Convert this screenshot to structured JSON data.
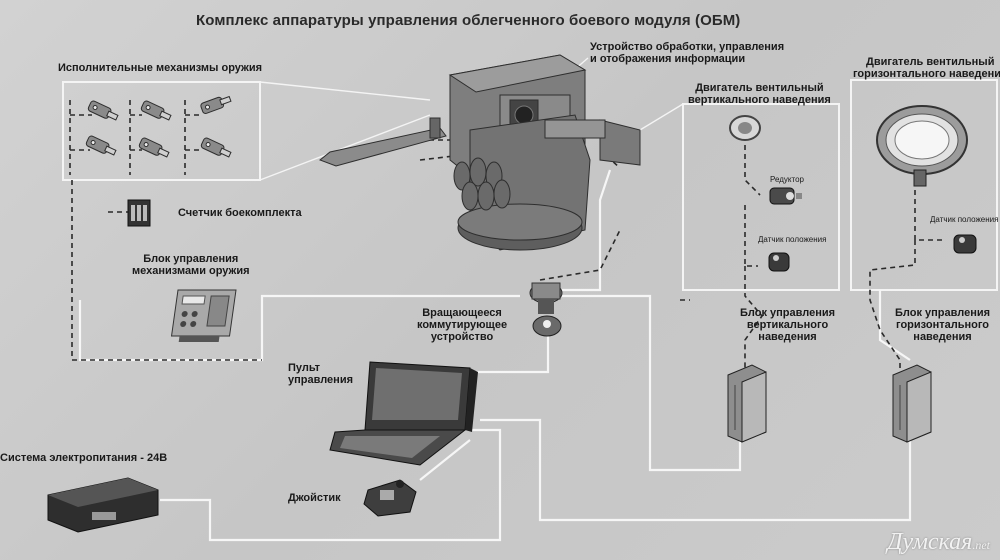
{
  "title": "Комплекс аппаратуры управления облегченного боевого модуля (ОБМ)",
  "labels": {
    "actuators": "Исполнительные механизмы оружия",
    "ammo_counter": "Счетчик боекомплекта",
    "weapon_ctrl_1": "Блок управления",
    "weapon_ctrl_2": "механизмами оружия",
    "processing_1": "Устройство обработки, управления",
    "processing_2": "и отображения информации",
    "vert_motor_1": "Двигатель вентильный",
    "vert_motor_2": "вертикального наведения",
    "horiz_motor_1": "Двигатель вентильный",
    "horiz_motor_2": "горизонтального наведения",
    "reducer": "Редуктор",
    "pos_sensor_v": "Датчик положения",
    "pos_sensor_h": "Датчик положения",
    "rotary_1": "Вращающееся",
    "rotary_2": "коммутирующее",
    "rotary_3": "устройство",
    "vert_ctrl_1": "Блок управления",
    "vert_ctrl_2": "вертикального",
    "vert_ctrl_3": "наведения",
    "horiz_ctrl_1": "Блок управления",
    "horiz_ctrl_2": "горизонтального",
    "horiz_ctrl_3": "наведения",
    "console_1": "Пульт",
    "console_2": "управления",
    "power": "Система электропитания - 24В",
    "joystick": "Джойстик"
  },
  "watermark": {
    "main": "Думская",
    "suffix": ".net"
  },
  "colors": {
    "line": "#ffffff",
    "dash": "#2a2a2a",
    "device": "#6e6e6e",
    "dark": "#3a3a3a"
  }
}
